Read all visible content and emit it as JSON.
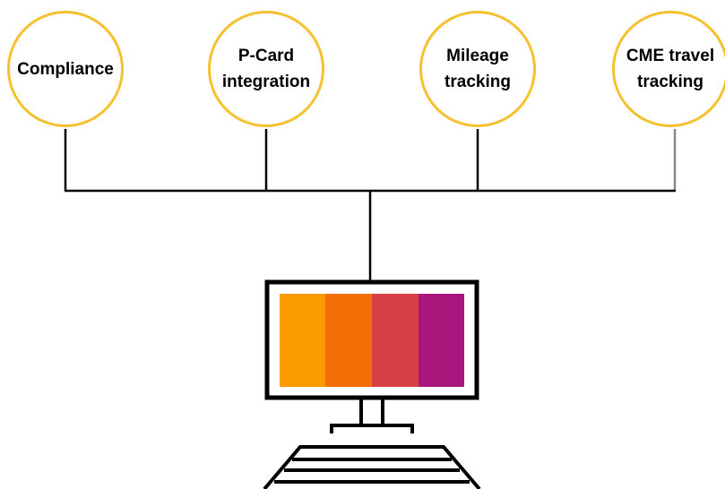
{
  "diagram": {
    "colors": {
      "circle_border": "#f5c12e",
      "connector": "#000000",
      "screen_bar_1": "#fb9b00",
      "screen_bar_2": "#f26e06",
      "screen_bar_3": "#d74044",
      "screen_bar_4": "#a8187c"
    },
    "nodes": [
      {
        "label": "Compliance"
      },
      {
        "label": "P-Card\nintegration"
      },
      {
        "label": "Mileage\ntracking"
      },
      {
        "label": "CME travel\ntracking"
      }
    ],
    "hub_icon": "computer-monitor-with-keyboard-icon"
  }
}
